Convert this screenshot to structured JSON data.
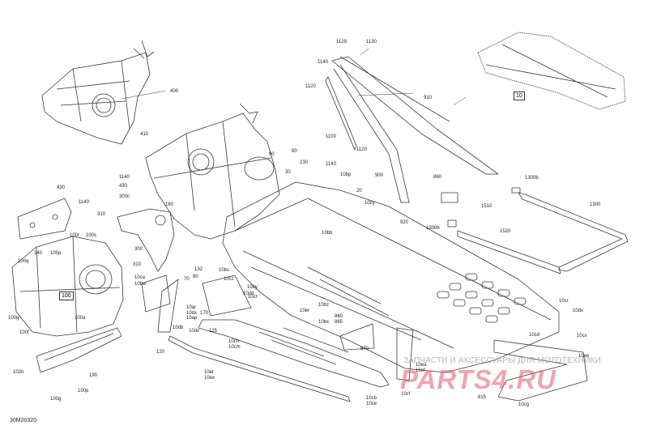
{
  "diagram": {
    "code": "30M20320",
    "boxed": [
      "10",
      "100"
    ],
    "labels": [
      "400",
      "410",
      "1140",
      "430",
      "300c",
      "160",
      "1140",
      "430",
      "310",
      "100r",
      "100s",
      "140",
      "100p",
      "100q",
      "300",
      "310",
      "100",
      "100g",
      "100f",
      "100a",
      "102n",
      "190",
      "100p",
      "100g",
      "1129",
      "1130",
      "1140",
      "1120",
      "910",
      "1100",
      "1120",
      "900",
      "1140",
      "10bp",
      "10cy",
      "20",
      "230",
      "80",
      "90",
      "30",
      "860",
      "920",
      "1300b",
      "1510",
      "1520",
      "1300",
      "1300b",
      "10bb",
      "10by",
      "10cz",
      "10ca",
      "10bw",
      "132",
      "70",
      "80",
      "10dd",
      "10bs",
      "10ct",
      "10ar",
      "10dx",
      "10ap",
      "10db",
      "10dc",
      "10ed",
      "170",
      "125",
      "10ch",
      "10cm",
      "120",
      "10et",
      "10ex",
      "10cb",
      "10ce",
      "860",
      "865",
      "870",
      "10bx",
      "10bz",
      "10er",
      "10dx",
      "10cd",
      "10cr",
      "10cs",
      "10ee",
      "815",
      "10cf",
      "10cg",
      "10ea",
      "10ef"
    ],
    "watermark_top": "ЗАПЧАСТИ И АКСЕССУАРЫ ДЛЯ МОТОТЕХНИКИ",
    "watermark_brand": "PARTS4.RU"
  }
}
